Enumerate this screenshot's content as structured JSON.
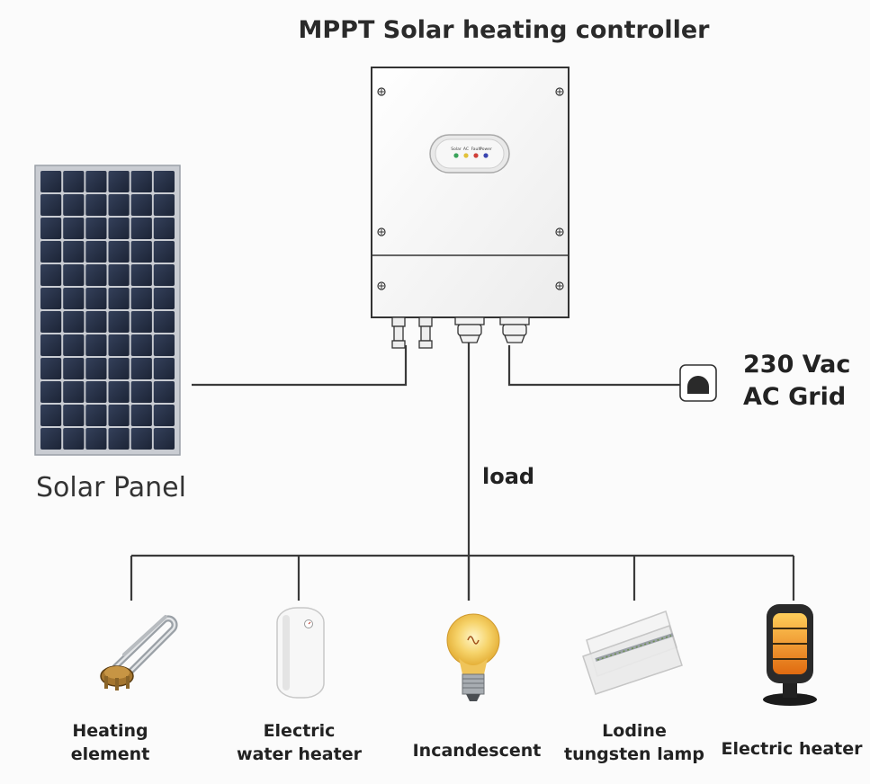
{
  "title": "MPPT Solar heating controller",
  "solar_panel_label": "Solar Panel",
  "grid": {
    "voltage": "230 Vac",
    "name": "AC Grid"
  },
  "load_label": "load",
  "controller_leds": [
    "Solar",
    "AC",
    "Fault",
    "Power"
  ],
  "led_colors": [
    "#3aa35a",
    "#e2c23a",
    "#d0403a",
    "#3a45b0"
  ],
  "devices": [
    {
      "line1": "Heating",
      "line2": "element"
    },
    {
      "line1": "Electric",
      "line2": "water heater"
    },
    {
      "line1": "Incandescent",
      "line2": ""
    },
    {
      "line1": "Lodine",
      "line2": "tungsten lamp"
    },
    {
      "line1": "Electric heater",
      "line2": ""
    }
  ]
}
